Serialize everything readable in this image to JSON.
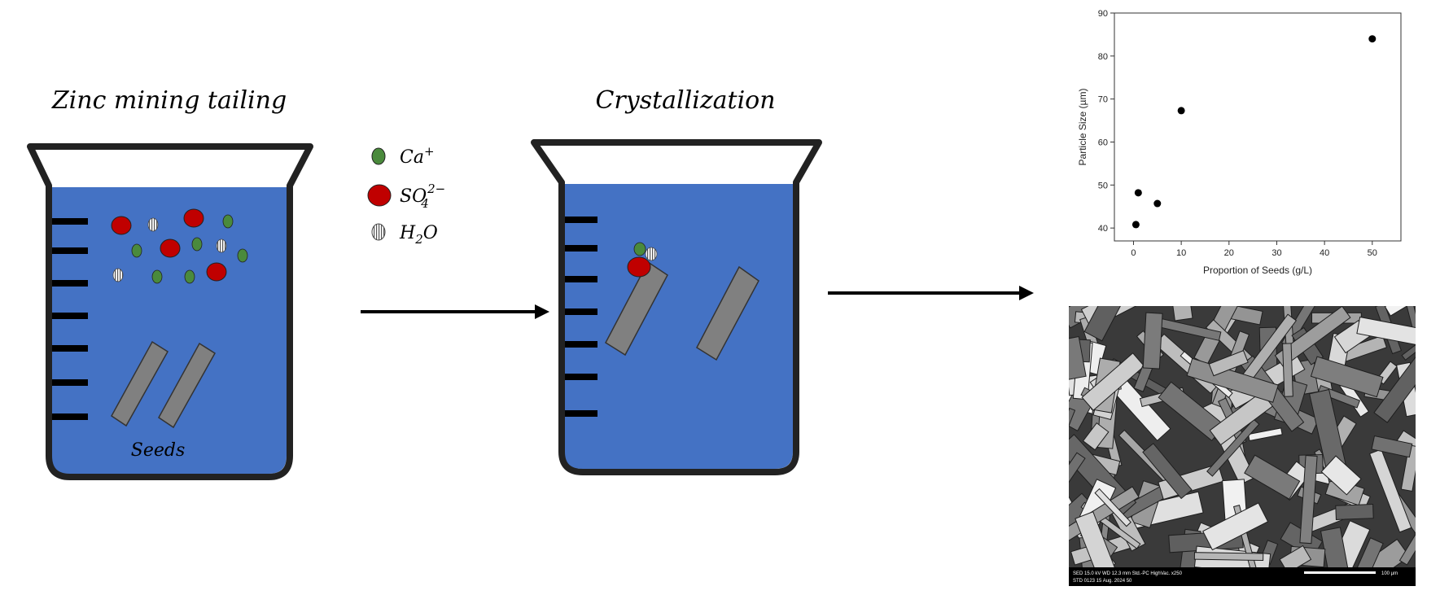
{
  "beaker1": {
    "title": "Zinc mining tailing",
    "seeds_label": "Seeds"
  },
  "beaker2": {
    "title": "Crystallization"
  },
  "legend": {
    "items": [
      {
        "icon": "calcium-ion-icon",
        "base": "Ca",
        "sup": "+",
        "sub": "",
        "color": "#4a8a3c"
      },
      {
        "icon": "sulfate-ion-icon",
        "base": "SO",
        "sup": "2−",
        "sub": "4",
        "color": "#c00000"
      },
      {
        "icon": "water-molecule-icon",
        "base": "H",
        "sup": "",
        "sub": "2",
        "tail": "O",
        "color": "#ffffff"
      }
    ]
  },
  "colors": {
    "liquid": "#4472c4",
    "beaker_outline": "#222222",
    "seed": "#808080",
    "calcium": "#4a8a3c",
    "sulfate": "#c00000"
  },
  "chart_data": {
    "type": "scatter",
    "xlabel": "Proportion of Seeds (g/L)",
    "ylabel": "Particle Size (µm)",
    "xlim": [
      -4,
      56
    ],
    "ylim": [
      37,
      90
    ],
    "xticks": [
      0,
      10,
      20,
      30,
      40,
      50
    ],
    "yticks": [
      40,
      50,
      60,
      70,
      80,
      90
    ],
    "series": [
      {
        "x": [
          0.5,
          1,
          5,
          10,
          50
        ],
        "y": [
          40.8,
          48.2,
          45.7,
          67.3,
          84.0
        ]
      }
    ]
  },
  "sem": {
    "info_line1": "SED   15.0 kV   WD 12.3 mm        Std.-PC         HighVac.  x250",
    "info_line2": "STD   0123   15 Aug. 2024    50",
    "scale_label": "100 µm"
  }
}
